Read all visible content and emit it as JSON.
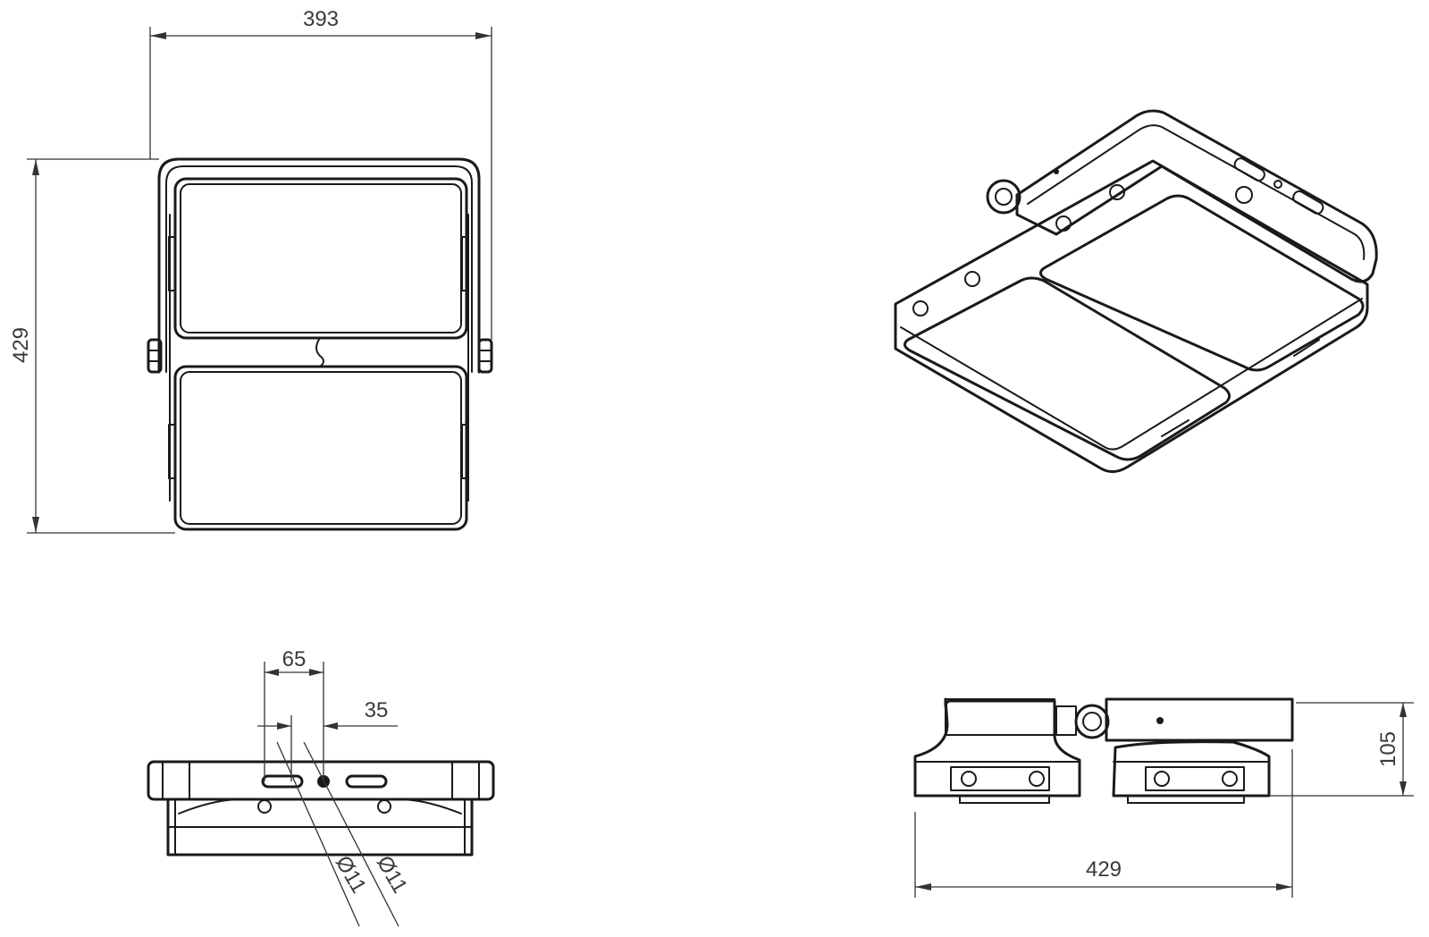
{
  "dimensions": {
    "front_width": "393",
    "front_height": "429",
    "hole_spacing": "65",
    "hole_offset": "35",
    "hole_diameter_1": "Ø11",
    "hole_diameter_2": "Ø11",
    "side_height": "105",
    "side_width": "429"
  },
  "colors": {
    "line": "#1a1a1a",
    "dimension": "#333333",
    "background": "#ffffff"
  }
}
